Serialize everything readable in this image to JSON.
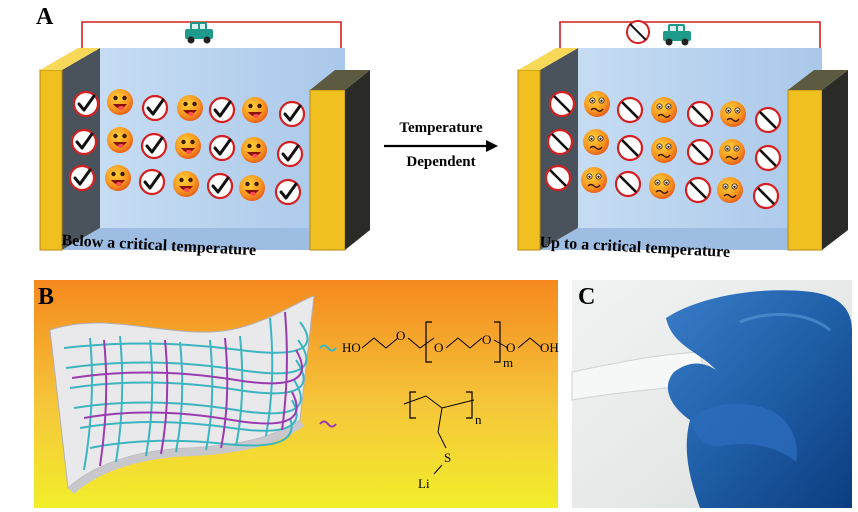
{
  "panels": {
    "a": {
      "label": "A"
    },
    "b": {
      "label": "B"
    },
    "c": {
      "label": "C"
    }
  },
  "captions": {
    "below": "Below a critical temperature",
    "above": "Up to a critical temperature"
  },
  "arrow": {
    "line1": "Temperature",
    "line2": "Dependent"
  },
  "chem": {
    "peg_left": "HO",
    "peg_o1": "O",
    "peg_o2": "O",
    "peg_o3": "O",
    "peg_o4": "O",
    "peg_right": "OH",
    "peg_m": "m",
    "poly_n": "n",
    "poly_s": "S",
    "poly_li": "Li"
  },
  "colors": {
    "electrode": "#f0c020",
    "electrolyte": "#b8d4f0",
    "wire": "#d42020",
    "gradient_top": "#f58a1e",
    "gradient_bottom": "#f3ec2a",
    "fiber_teal": "#3db5c0",
    "fiber_purple": "#9b3bb0",
    "glove": "#1e5fa8"
  }
}
